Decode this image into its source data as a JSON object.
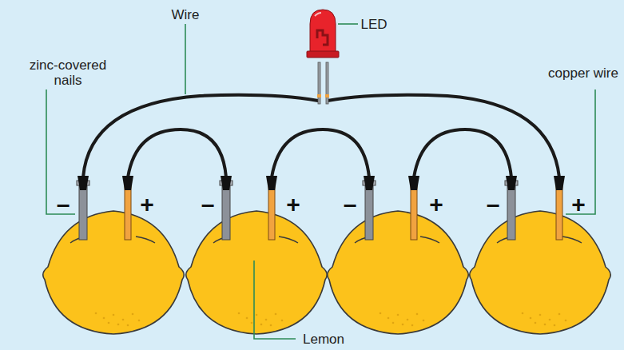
{
  "diagram": {
    "labels": [
      "Wire",
      "LED",
      "zinc-covered nails",
      "copper wire",
      "Lemon",
      "–",
      "+",
      "–",
      "+",
      "–",
      "+",
      "–",
      "+"
    ]
  }
}
